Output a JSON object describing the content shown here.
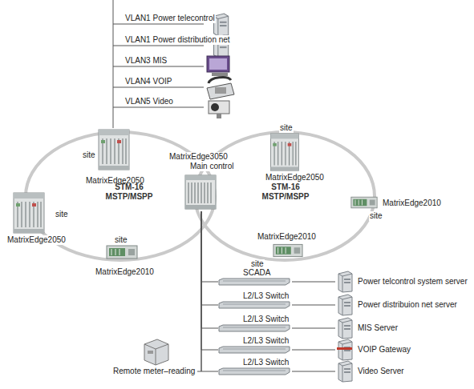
{
  "diagram": {
    "nodes": [
      {
        "text": [
          "MatrixEdge3050",
          "Main control"
        ]
      },
      {
        "text": [
          "site",
          "MatrixEdge2050"
        ]
      },
      {
        "text": [
          "site",
          "MatrixEdge2050"
        ]
      },
      {
        "text": [
          "site",
          "MatrixEdge2010"
        ]
      },
      {
        "text": [
          "site",
          "MatrixEdge2050"
        ]
      },
      {
        "text": [
          "MatrixEdge2010",
          "site"
        ]
      },
      {
        "text": [
          "MatrixEdge2010",
          "site"
        ]
      },
      {
        "text": [
          "SCADA"
        ]
      },
      {
        "text": [
          "L2/L3 Switch"
        ]
      },
      {
        "text": [
          "L2/L3 Switch"
        ]
      },
      {
        "text": [
          "L2/L3 Switch"
        ]
      },
      {
        "text": [
          "L2/L3 Switch"
        ]
      },
      {
        "text": [
          "Power telcontrol system server"
        ]
      },
      {
        "text": [
          "Power distribuion net server"
        ]
      },
      {
        "text": [
          "MIS Server"
        ]
      },
      {
        "text": [
          "VOIP Gateway"
        ]
      },
      {
        "text": [
          "Video Server"
        ]
      },
      {
        "text": [
          "Remote meter–reading"
        ]
      }
    ],
    "edges": [
      {
        "from": 7,
        "to": 12,
        "arrow": "none"
      },
      {
        "from": 8,
        "to": 13,
        "arrow": "none"
      },
      {
        "from": 9,
        "to": 14,
        "arrow": "none"
      },
      {
        "from": 10,
        "to": 15,
        "arrow": "none"
      },
      {
        "from": 11,
        "to": 16,
        "arrow": "none"
      },
      {
        "from": 0,
        "to": 7,
        "arrow": "none"
      },
      {
        "from": 0,
        "to": 8,
        "arrow": "none"
      },
      {
        "from": 0,
        "to": 9,
        "arrow": "none"
      },
      {
        "from": 0,
        "to": 10,
        "arrow": "none"
      },
      {
        "from": 0,
        "to": 11,
        "arrow": "none"
      },
      {
        "from": 0,
        "to": 17,
        "arrow": "none"
      }
    ],
    "labels": [
      "VLAN1 Power telecontrol",
      "VLAN1 Power distribution net",
      "VLAN3 MIS",
      "VLAN4 VOIP",
      "VLAN5 Video",
      "STM-16 MSTP/MSPP",
      "STM-16 MSTP/MSPP"
    ]
  }
}
